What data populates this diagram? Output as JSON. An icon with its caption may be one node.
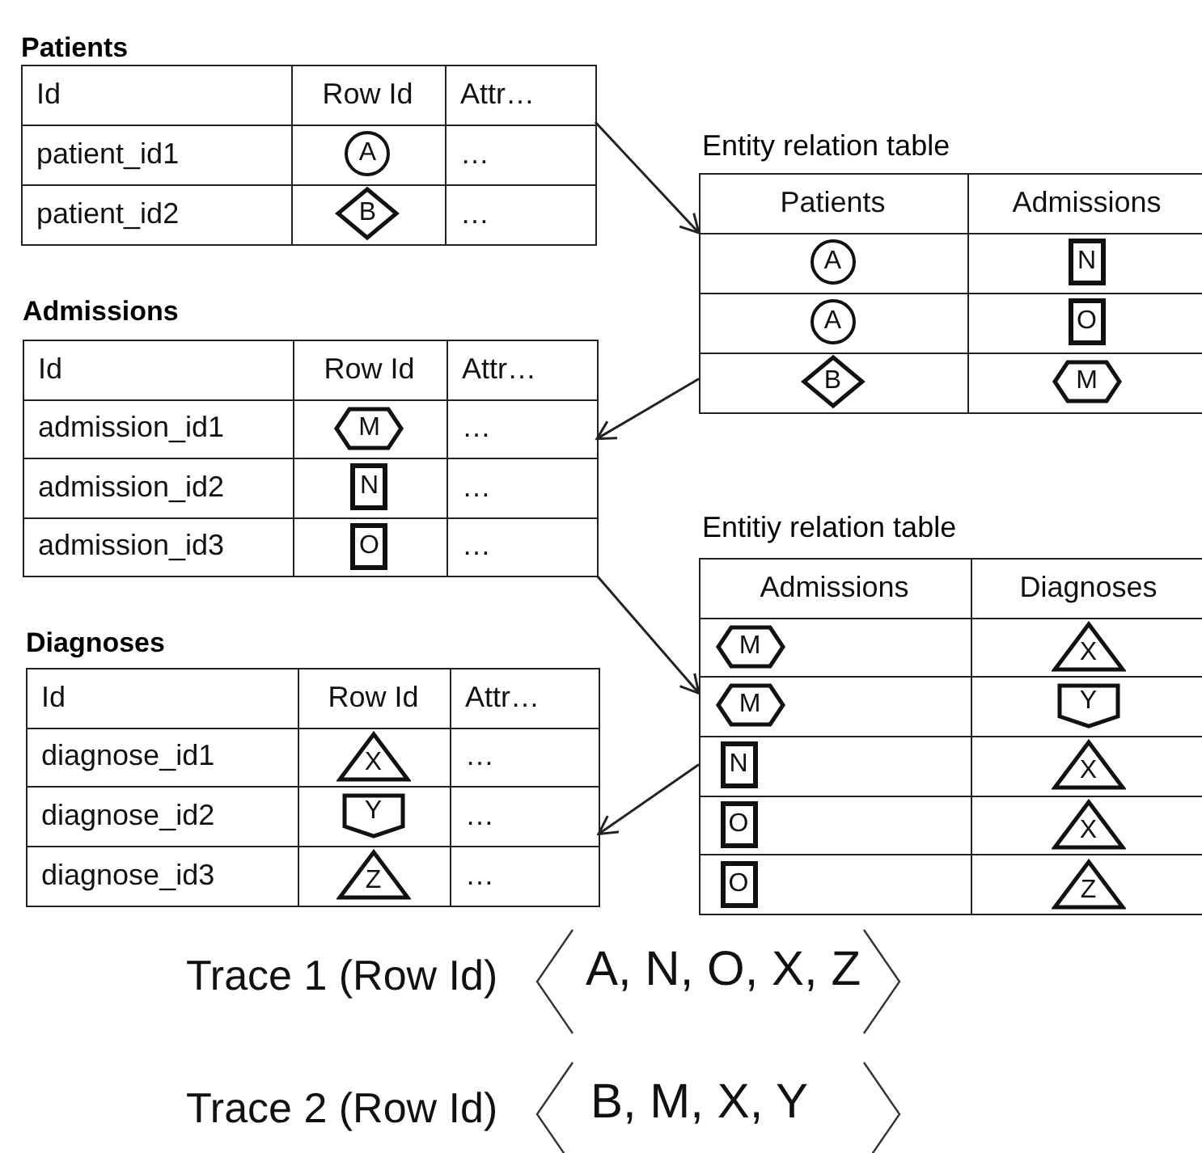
{
  "diagram": {
    "nodes": [
      {
        "text": [
          "Patients",
          "Id",
          "Row Id",
          "Attr…",
          "patient_id1",
          "A",
          "…",
          "patient_id2",
          "B",
          "…"
        ]
      },
      {
        "text": [
          "Entity relation table",
          "Patients",
          "Admissions",
          "A",
          "N",
          "A",
          "O",
          "B",
          "M"
        ]
      },
      {
        "text": [
          "Admissions",
          "Id",
          "Row Id",
          "Attr…",
          "admission_id1",
          "M",
          "…",
          "admission_id2",
          "N",
          "…",
          "admission_id3",
          "O",
          "…"
        ]
      },
      {
        "text": [
          "Entitiy relation table",
          "Admissions",
          "Diagnoses",
          "M",
          "X",
          "M",
          "Y",
          "N",
          "X",
          "O",
          "X",
          "O",
          "Z"
        ]
      },
      {
        "text": [
          "Diagnoses",
          "Id",
          "Row Id",
          "Attr…",
          "diagnose_id1",
          "X",
          "…",
          "diagnose_id2",
          "Y",
          "…",
          "diagnose_id3",
          "Z",
          "…"
        ]
      }
    ],
    "edges": [
      {
        "from": 0,
        "to": 1,
        "arrow": "to"
      },
      {
        "from": 1,
        "to": 2,
        "arrow": "to"
      },
      {
        "from": 2,
        "to": 3,
        "arrow": "to"
      },
      {
        "from": 3,
        "to": 4,
        "arrow": "to"
      }
    ],
    "labels": [
      "Trace 1 (Row Id)",
      "A, N, O, X, Z",
      "Trace 2 (Row Id)",
      "B, M, X, Y"
    ]
  }
}
